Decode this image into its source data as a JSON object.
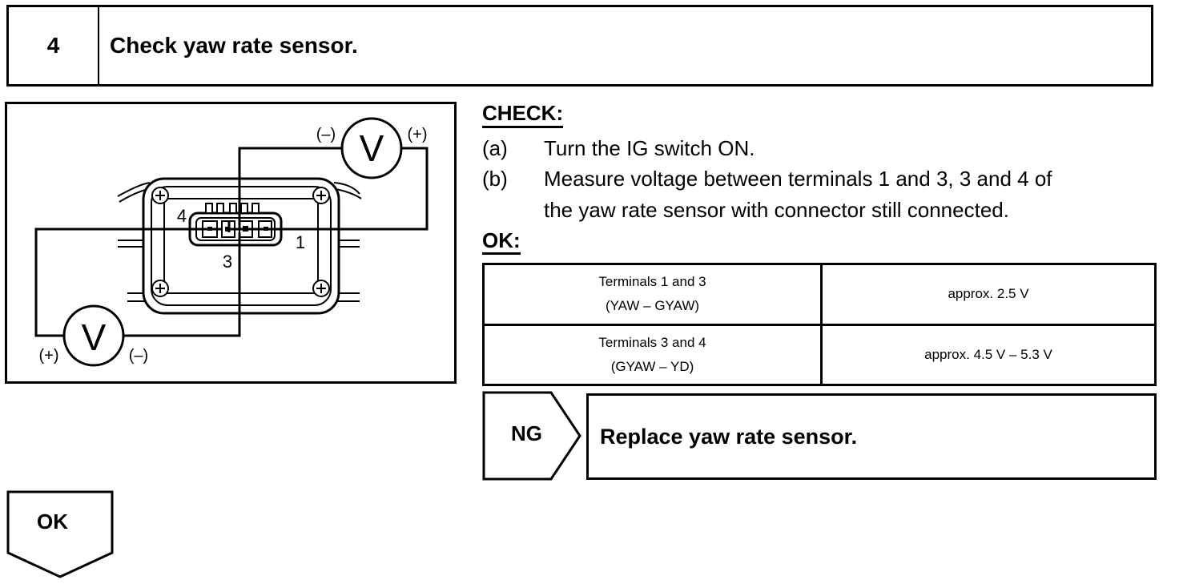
{
  "step": {
    "number": "4",
    "title": "Check yaw rate sensor."
  },
  "figure": {
    "meter_top": {
      "symbol": "V",
      "neg": "(–)",
      "pos": "(+)"
    },
    "meter_bottom": {
      "symbol": "V",
      "pos": "(+)",
      "neg": "(–)"
    },
    "terminals": {
      "t1": "1",
      "t3": "3",
      "t4": "4"
    }
  },
  "check": {
    "label": "CHECK:",
    "steps": [
      {
        "tag": "(a)",
        "lines": [
          "Turn the IG switch ON."
        ]
      },
      {
        "tag": "(b)",
        "lines": [
          "Measure voltage between terminals 1 and 3, 3 and 4 of",
          "the yaw rate sensor with connector still connected."
        ]
      }
    ]
  },
  "ok_section": {
    "label": "OK:",
    "table": [
      {
        "line1": "Terminals 1 and 3",
        "line2": "(YAW – GYAW)",
        "value": "approx. 2.5 V"
      },
      {
        "line1": "Terminals 3 and 4",
        "line2": "(GYAW – YD)",
        "value": "approx. 4.5 V – 5.3 V"
      }
    ]
  },
  "ng": {
    "label": "NG",
    "action": "Replace yaw rate sensor."
  },
  "ok_next": {
    "label": "OK"
  }
}
